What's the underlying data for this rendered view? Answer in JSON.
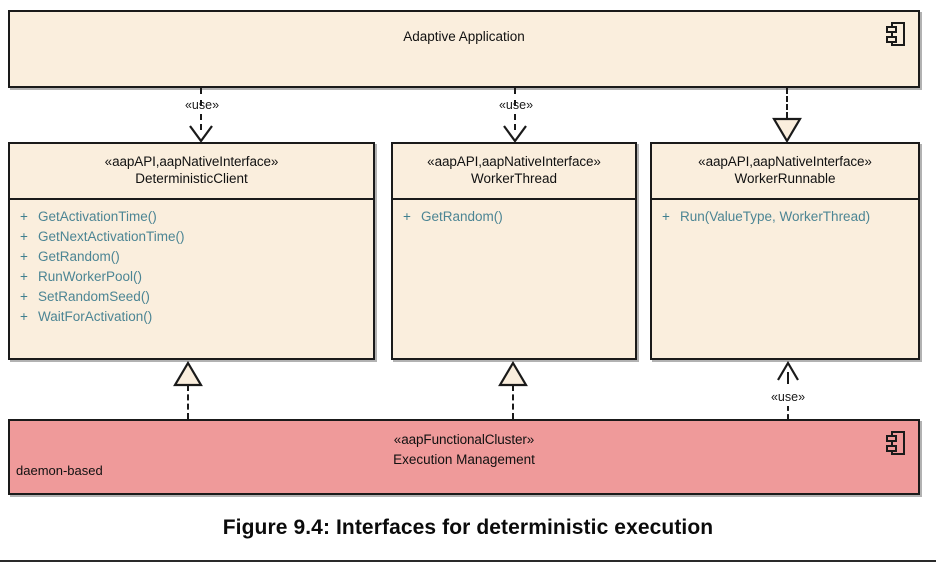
{
  "figure": {
    "caption": "Figure 9.4: Interfaces for deterministic execution"
  },
  "diagram": {
    "type": "uml-component-diagram",
    "colors": {
      "interface_fill": "#faeedd",
      "cluster_fill": "#ef9a9a",
      "outline": "#1a1a1a",
      "operation_text": "#4a7f8c",
      "label_text": "#111111"
    },
    "application": {
      "title": "Adaptive Application",
      "icon": "component-icon"
    },
    "interfaces": [
      {
        "stereotype": "«aapAPI,aapNativeInterface»",
        "name": "DeterministicClient",
        "operations": [
          {
            "visibility": "+",
            "signature": "GetActivationTime()"
          },
          {
            "visibility": "+",
            "signature": "GetNextActivationTime()"
          },
          {
            "visibility": "+",
            "signature": "GetRandom()"
          },
          {
            "visibility": "+",
            "signature": "RunWorkerPool()"
          },
          {
            "visibility": "+",
            "signature": "SetRandomSeed()"
          },
          {
            "visibility": "+",
            "signature": "WaitForActivation()"
          }
        ]
      },
      {
        "stereotype": "«aapAPI,aapNativeInterface»",
        "name": "WorkerThread",
        "operations": [
          {
            "visibility": "+",
            "signature": "GetRandom()"
          }
        ]
      },
      {
        "stereotype": "«aapAPI,aapNativeInterface»",
        "name": "WorkerRunnable",
        "operations": [
          {
            "visibility": "+",
            "signature": "Run(ValueType, WorkerThread)"
          }
        ]
      }
    ],
    "cluster": {
      "stereotype": "«aapFunctionalCluster»",
      "name": "Execution Management",
      "side_label": "daemon-based",
      "icon": "component-icon"
    },
    "connectors": [
      {
        "id": "app-to-deterministicclient",
        "label": "«use»",
        "kind": "dependency-use"
      },
      {
        "id": "app-to-workerthread",
        "label": "«use»",
        "kind": "dependency-use"
      },
      {
        "id": "app-to-workerrunnable",
        "label": "",
        "kind": "realization"
      },
      {
        "id": "execmgmt-realizes-deterministicclient",
        "label": "",
        "kind": "realization"
      },
      {
        "id": "execmgmt-realizes-workerthread",
        "label": "",
        "kind": "realization"
      },
      {
        "id": "execmgmt-uses-workerrunnable",
        "label": "«use»",
        "kind": "dependency-use"
      }
    ]
  }
}
